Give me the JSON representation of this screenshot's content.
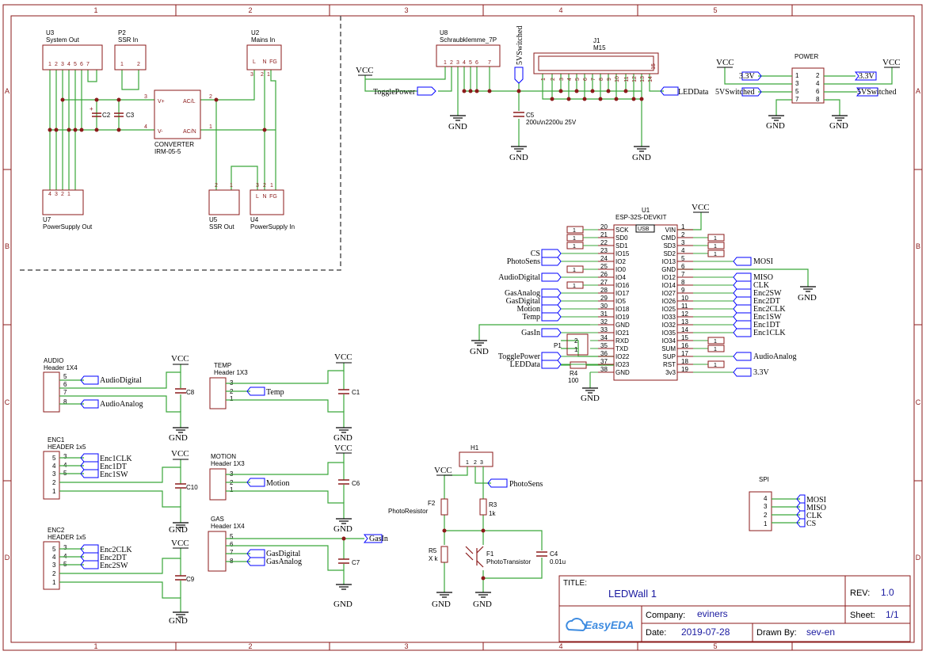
{
  "colors": {
    "frame": "#8b1a1a",
    "wire": "#3aa63a",
    "comp": "#8b1a1a",
    "text": "#000000",
    "netlabel": "#0000ff",
    "pin": "#8b1a1a"
  },
  "frame": {
    "cols": [
      "1",
      "2",
      "3",
      "4",
      "5"
    ],
    "rows": [
      "A",
      "B",
      "C",
      "D"
    ]
  },
  "title_block": {
    "title_label": "TITLE:",
    "title": "LEDWall 1",
    "rev_label": "REV:",
    "rev": "1.0",
    "company_label": "Company:",
    "company": "eviners",
    "sheet_label": "Sheet:",
    "sheet": "1/1",
    "date_label": "Date:",
    "date": "2019-07-28",
    "drawn_label": "Drawn By:",
    "drawn": "sev-en",
    "logo": "EasyEDA"
  },
  "power_section": {
    "u3": {
      "ref": "U3",
      "name": "System Out",
      "pins": [
        "1",
        "2",
        "3",
        "4",
        "5",
        "6",
        "7"
      ]
    },
    "p2": {
      "ref": "P2",
      "name": "SSR In",
      "pins": [
        "1",
        "2"
      ]
    },
    "u2": {
      "ref": "U2",
      "name": "Mains In",
      "pins": [
        "L",
        "N",
        "FG"
      ],
      "pinnums": [
        "3",
        "2",
        "1"
      ]
    },
    "conv": {
      "name": "CONVERTER",
      "part": "IRM-05-5",
      "p1": "V+",
      "p2": "V-",
      "p3": "AC/L",
      "p4": "AC/N",
      "n1": "3",
      "n2": "4",
      "n3": "2",
      "n4": "1"
    },
    "c2": "C2",
    "c3": "C3",
    "u7": {
      "ref": "U7",
      "name": "PowerSupply Out",
      "pins": [
        "4",
        "3",
        "2",
        "1"
      ]
    },
    "u5": {
      "ref": "U5",
      "name": "SSR Out",
      "pins": [
        "2",
        "1"
      ]
    },
    "u4": {
      "ref": "U4",
      "name": "PowerSupply In",
      "pins": [
        "L",
        "N",
        "FG"
      ],
      "pinnums": [
        "3",
        "2",
        "1"
      ]
    }
  },
  "top": {
    "u8": {
      "ref": "U8",
      "name": "Schraubklemme_7P",
      "pins": [
        "1",
        "2",
        "3",
        "4",
        "5",
        "6",
        "7"
      ]
    },
    "vcc": "VCC",
    "toggle": "TogglePower",
    "gnd": "GND",
    "net5v": "5VSwitched",
    "c5": {
      "ref": "C5",
      "value": "200u\\n2200u 25V"
    },
    "j1": {
      "ref": "J1",
      "name": "M15",
      "pins": [
        "1",
        "2",
        "3",
        "4",
        "5",
        "6",
        "7",
        "8",
        "9",
        "10",
        "11",
        "12",
        "13",
        "14",
        "15"
      ]
    },
    "leddata": "LEDData"
  },
  "power_conn": {
    "title": "POWER",
    "left_pins": [
      "1",
      "3",
      "5",
      "7"
    ],
    "right_pins": [
      "2",
      "4",
      "6",
      "8"
    ],
    "net33": "3.3V",
    "net5": "5VSwitched",
    "vcc": "VCC",
    "gnd": "GND"
  },
  "esp": {
    "ref": "U1",
    "name": "ESP-32S-DEVKIT",
    "usb": "USB",
    "left": [
      {
        "n": "20",
        "p": "SCK",
        "net": "",
        "nc": "1"
      },
      {
        "n": "21",
        "p": "SD0",
        "net": "",
        "nc": "1"
      },
      {
        "n": "22",
        "p": "SD1",
        "net": "",
        "nc": "1"
      },
      {
        "n": "23",
        "p": "IO15",
        "net": "CS",
        "nc": ""
      },
      {
        "n": "24",
        "p": "IO2",
        "net": "PhotoSens",
        "nc": ""
      },
      {
        "n": "25",
        "p": "IO0",
        "net": "",
        "nc": "1"
      },
      {
        "n": "26",
        "p": "IO4",
        "net": "AudioDigital",
        "nc": ""
      },
      {
        "n": "27",
        "p": "IO16",
        "net": "",
        "nc": "1"
      },
      {
        "n": "28",
        "p": "IO17",
        "net": "GasAnalog",
        "nc": ""
      },
      {
        "n": "29",
        "p": "IO5",
        "net": "GasDigital",
        "nc": ""
      },
      {
        "n": "30",
        "p": "IO18",
        "net": "Motion",
        "nc": ""
      },
      {
        "n": "31",
        "p": "IO19",
        "net": "Temp",
        "nc": ""
      },
      {
        "n": "32",
        "p": "GND",
        "net": "",
        "nc": ""
      },
      {
        "n": "33",
        "p": "IO21",
        "net": "GasIn",
        "nc": ""
      },
      {
        "n": "34",
        "p": "RXD",
        "net": "",
        "nc": ""
      },
      {
        "n": "35",
        "p": "TXD",
        "net": "",
        "nc": ""
      },
      {
        "n": "36",
        "p": "IO22",
        "net": "TogglePower",
        "nc": ""
      },
      {
        "n": "37",
        "p": "IO23",
        "net": "LEDData",
        "nc": ""
      },
      {
        "n": "38",
        "p": "GND",
        "net": "",
        "nc": ""
      }
    ],
    "right": [
      {
        "n": "1",
        "p": "VIN",
        "net": "",
        "nc": ""
      },
      {
        "n": "2",
        "p": "CMD",
        "net": "",
        "nc": "1"
      },
      {
        "n": "3",
        "p": "SD3",
        "net": "",
        "nc": "1"
      },
      {
        "n": "4",
        "p": "SD2",
        "net": "",
        "nc": "1"
      },
      {
        "n": "5",
        "p": "IO13",
        "net": "MOSI",
        "nc": ""
      },
      {
        "n": "6",
        "p": "GND",
        "net": "",
        "nc": ""
      },
      {
        "n": "7",
        "p": "IO12",
        "net": "MISO",
        "nc": ""
      },
      {
        "n": "8",
        "p": "IO14",
        "net": "CLK",
        "nc": ""
      },
      {
        "n": "9",
        "p": "IO27",
        "net": "Enc2SW",
        "nc": ""
      },
      {
        "n": "10",
        "p": "IO26",
        "net": "Enc2DT",
        "nc": ""
      },
      {
        "n": "11",
        "p": "IO25",
        "net": "Enc2CLK",
        "nc": ""
      },
      {
        "n": "12",
        "p": "IO33",
        "net": "Enc1SW",
        "nc": ""
      },
      {
        "n": "13",
        "p": "IO32",
        "net": "Enc1DT",
        "nc": ""
      },
      {
        "n": "14",
        "p": "IO35",
        "net": "Enc1CLK",
        "nc": ""
      },
      {
        "n": "15",
        "p": "IO34",
        "net": "",
        "nc": "1"
      },
      {
        "n": "16",
        "p": "SUM",
        "net": "",
        "nc": "1"
      },
      {
        "n": "17",
        "p": "SUP",
        "net": "AudioAnalog",
        "nc": ""
      },
      {
        "n": "18",
        "p": "RST",
        "net": "",
        "nc": "1"
      },
      {
        "n": "19",
        "p": "3v3",
        "net": "3.3V",
        "nc": ""
      }
    ],
    "p1": {
      "ref": "P1",
      "pins": [
        "2",
        "1"
      ]
    },
    "r4": {
      "ref": "R4",
      "value": "100"
    },
    "vcc": "VCC",
    "gnd": "GND"
  },
  "audio": {
    "ref": "AUDIO",
    "name": "Header 1X4",
    "pins": [
      "5",
      "6",
      "7",
      "8"
    ],
    "nets": [
      "AudioDigital",
      "AudioAnalog"
    ],
    "cap": "C8",
    "vcc": "VCC",
    "gnd": "GND"
  },
  "temp": {
    "ref": "TEMP",
    "name": "Header 1X3",
    "pins": [
      "3",
      "2",
      "1"
    ],
    "net": "Temp",
    "cap": "C1",
    "vcc": "VCC",
    "gnd": "GND"
  },
  "enc1": {
    "ref": "ENC1",
    "name": "HEADER 1x5",
    "pins": [
      "5",
      "4",
      "3",
      "2",
      "1"
    ],
    "inner": [
      "3",
      "4",
      "5"
    ],
    "nets": [
      "Enc1CLK",
      "Enc1DT",
      "Enc1SW"
    ],
    "cap": "C10",
    "vcc": "VCC",
    "gnd": "GND"
  },
  "motion": {
    "ref": "MOTION",
    "name": "Header 1X3",
    "pins": [
      "3",
      "2",
      "1"
    ],
    "net": "Motion",
    "cap": "C6",
    "vcc": "VCC",
    "gnd": "GND"
  },
  "enc2": {
    "ref": "ENC2",
    "name": "HEADER 1x5",
    "pins": [
      "5",
      "4",
      "3",
      "2",
      "1"
    ],
    "inner": [
      "3",
      "4",
      "5"
    ],
    "nets": [
      "Enc2CLK",
      "Enc2DT",
      "Enc2SW"
    ],
    "cap": "C9",
    "vcc": "VCC",
    "gnd": "GND"
  },
  "gas": {
    "ref": "GAS",
    "name": "Header 1X4",
    "pins": [
      "5",
      "6",
      "7",
      "8"
    ],
    "nets": [
      "GasIn",
      "GasDigital",
      "GasAnalog"
    ],
    "cap": "C7",
    "vcc": "VCC",
    "gnd": "GND"
  },
  "photo": {
    "h1": "H1",
    "h1pins": [
      "1",
      "2",
      "3"
    ],
    "net": "PhotoSens",
    "vcc": "VCC",
    "gnd": "GND",
    "f2": {
      "ref": "F2",
      "name": "PhotoResistor"
    },
    "r3": {
      "ref": "R3",
      "value": "1k"
    },
    "r5": {
      "ref": "R5",
      "value": "X k"
    },
    "f1": {
      "ref": "F1",
      "name": "PhotoTransistor"
    },
    "c4": {
      "ref": "C4",
      "value": "0.01u"
    }
  },
  "spi": {
    "title": "SPI",
    "pins": [
      "4",
      "3",
      "2",
      "1"
    ],
    "nets": [
      "MOSI",
      "MISO",
      "CLK",
      "CS"
    ]
  }
}
